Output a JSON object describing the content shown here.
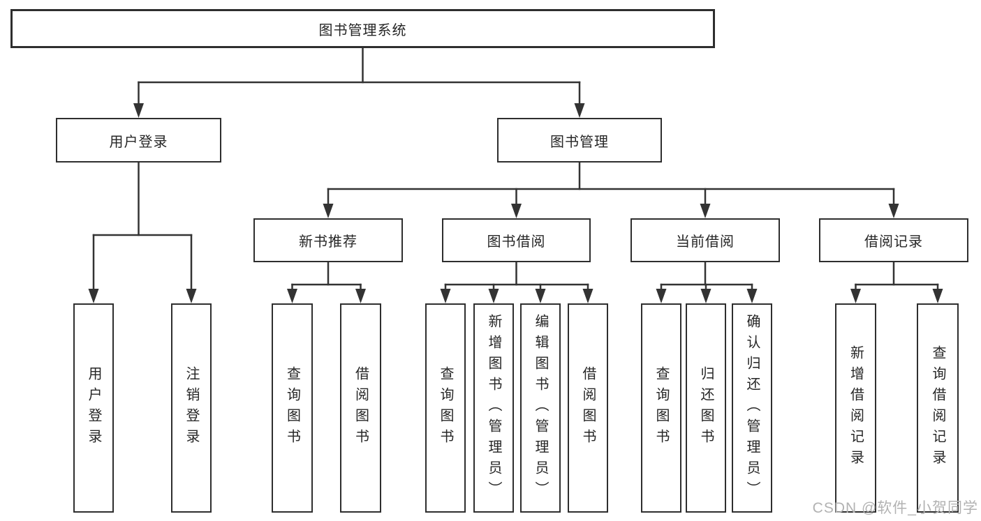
{
  "diagram": {
    "type": "hierarchy-tree",
    "title": "图书管理系统",
    "watermark": "CSDN @软件_小贺同学",
    "colors": {
      "background": "#ffffff",
      "line": "#333333",
      "box_border": "#2e2e2e",
      "text": "#262626",
      "watermark": "#b2b2b2"
    },
    "nodes": [
      {
        "id": "root",
        "label": "图书管理系统",
        "parent": null,
        "orientation": "horizontal"
      },
      {
        "id": "login",
        "label": "用户登录",
        "parent": "root",
        "orientation": "horizontal"
      },
      {
        "id": "mgmt",
        "label": "图书管理",
        "parent": "root",
        "orientation": "horizontal"
      },
      {
        "id": "newbook",
        "label": "新书推荐",
        "parent": "mgmt",
        "orientation": "horizontal"
      },
      {
        "id": "borrow",
        "label": "图书借阅",
        "parent": "mgmt",
        "orientation": "horizontal"
      },
      {
        "id": "current",
        "label": "当前借阅",
        "parent": "mgmt",
        "orientation": "horizontal"
      },
      {
        "id": "records",
        "label": "借阅记录",
        "parent": "mgmt",
        "orientation": "horizontal"
      },
      {
        "id": "leaf-user-login",
        "label": "用户登录",
        "parent": "login",
        "orientation": "vertical"
      },
      {
        "id": "leaf-logout",
        "label": "注销登录",
        "parent": "login",
        "orientation": "vertical"
      },
      {
        "id": "leaf-nb-query",
        "label": "查询图书",
        "parent": "newbook",
        "orientation": "vertical"
      },
      {
        "id": "leaf-nb-borrow",
        "label": "借阅图书",
        "parent": "newbook",
        "orientation": "vertical"
      },
      {
        "id": "leaf-bb-query",
        "label": "查询图书",
        "parent": "borrow",
        "orientation": "vertical"
      },
      {
        "id": "leaf-bb-add",
        "label": "新增图书（管理员）",
        "parent": "borrow",
        "orientation": "vertical"
      },
      {
        "id": "leaf-bb-edit",
        "label": "编辑图书（管理员）",
        "parent": "borrow",
        "orientation": "vertical"
      },
      {
        "id": "leaf-bb-borrow",
        "label": "借阅图书",
        "parent": "borrow",
        "orientation": "vertical"
      },
      {
        "id": "leaf-cur-query",
        "label": "查询图书",
        "parent": "current",
        "orientation": "vertical"
      },
      {
        "id": "leaf-cur-return",
        "label": "归还图书",
        "parent": "current",
        "orientation": "vertical"
      },
      {
        "id": "leaf-cur-confirm",
        "label": "确认归还（管理员）",
        "parent": "current",
        "orientation": "vertical"
      },
      {
        "id": "leaf-rec-add",
        "label": "新增借阅记录",
        "parent": "records",
        "orientation": "vertical"
      },
      {
        "id": "leaf-rec-query",
        "label": "查询借阅记录",
        "parent": "records",
        "orientation": "vertical"
      }
    ]
  }
}
